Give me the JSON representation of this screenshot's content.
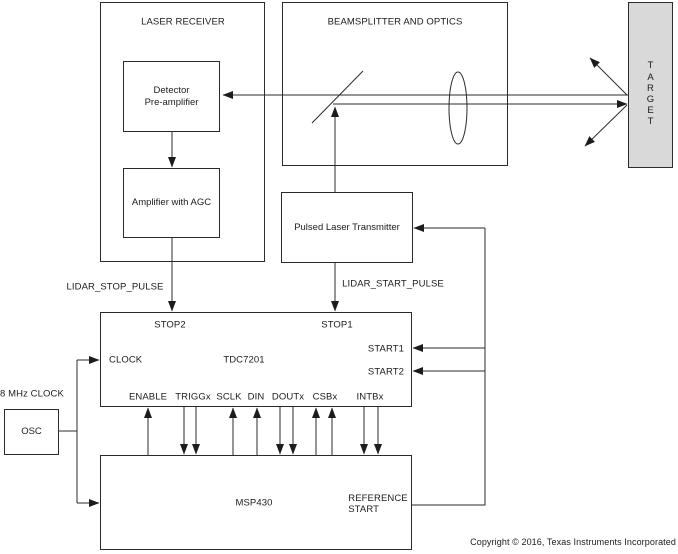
{
  "page": {
    "copyright": "Copyright © 2016, Texas Instruments Incorporated"
  },
  "colors": {
    "line": "#2b2b2b",
    "target_fill": "#d9d9d9",
    "background": "#ffffff"
  },
  "labels": {
    "laser_receiver": "LASER RECEIVER",
    "beamsplitter_optics": "BEAMSPLITTER AND OPTICS",
    "detector_line1": "Detector",
    "detector_line2": "Pre-amplifier",
    "amplifier_agc": "Amplifier with AGC",
    "pulsed_laser_transmitter": "Pulsed Laser Transmitter",
    "lidar_stop_pulse": "LIDAR_STOP_PULSE",
    "lidar_start_pulse": "LIDAR_START_PULSE",
    "clock_8mhz": "8 MHz CLOCK",
    "osc": "OSC",
    "tdc7201": "TDC7201",
    "msp430": "MSP430",
    "reference_line1": "REFERENCE",
    "reference_line2": "START"
  },
  "tdc_pins": {
    "stop2": "STOP2",
    "stop1": "STOP1",
    "clock": "CLOCK",
    "start1": "START1",
    "start2": "START2",
    "enable": "ENABLE",
    "triggx": "TRIGGx",
    "sclk": "SCLK",
    "din": "DIN",
    "doutx": "DOUTx",
    "csbx": "CSBx",
    "intbx": "INTBx"
  },
  "target": {
    "letters": [
      "T",
      "A",
      "R",
      "G",
      "E",
      "T"
    ]
  }
}
